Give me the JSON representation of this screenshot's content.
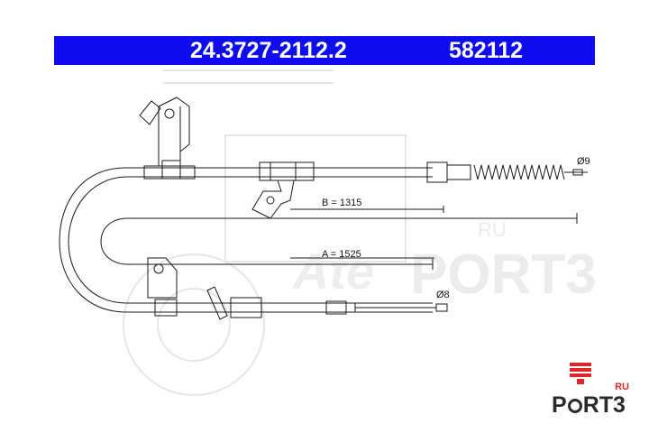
{
  "header": {
    "part_number": "24.3727-2112.2",
    "reference": "582112",
    "bar_color": "#0f0cf0"
  },
  "dimensions": {
    "b_label": "B = 1315",
    "a_label": "A = 1525",
    "dia_top": "Ø9",
    "dia_bottom": "Ø8"
  },
  "watermark": {
    "brand": "Ate",
    "port_text": "PORT3",
    "ru_text": "RU"
  },
  "logo": {
    "ru": "RU",
    "word_p": "P",
    "word_rt": "RT3",
    "accent_color": "#e0262b"
  }
}
